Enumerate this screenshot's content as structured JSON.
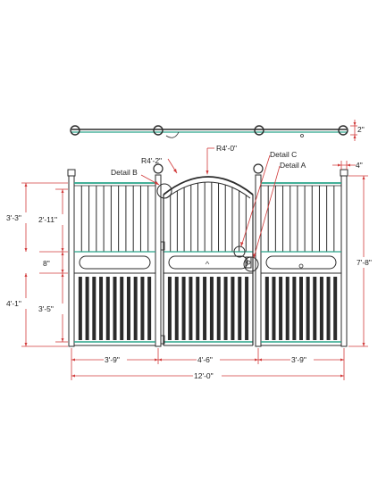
{
  "dimensions": {
    "post_thickness": "2\"",
    "post_width": "4\"",
    "arch_radius_gate": "R4'-2\"",
    "arch_radius_main": "R4'-0\"",
    "upper_height": "3'-3\"",
    "grill_height": "2'-11\"",
    "rail_height": "8\"",
    "lower_height": "4'-1\"",
    "panel_height": "3'-5\"",
    "overall_height": "7'-8\"",
    "side_left_width": "3'-9\"",
    "gate_width": "4'-6\"",
    "side_right_width": "3'-9\"",
    "overall_width": "12'-0\""
  },
  "callouts": {
    "detail_b": "Detail B",
    "detail_c": "Detail C",
    "detail_a": "Detail A"
  },
  "colors": {
    "dimension_line": "#d23c3c",
    "frame": "#2b2b2b",
    "highlight": "#2aa58a"
  }
}
